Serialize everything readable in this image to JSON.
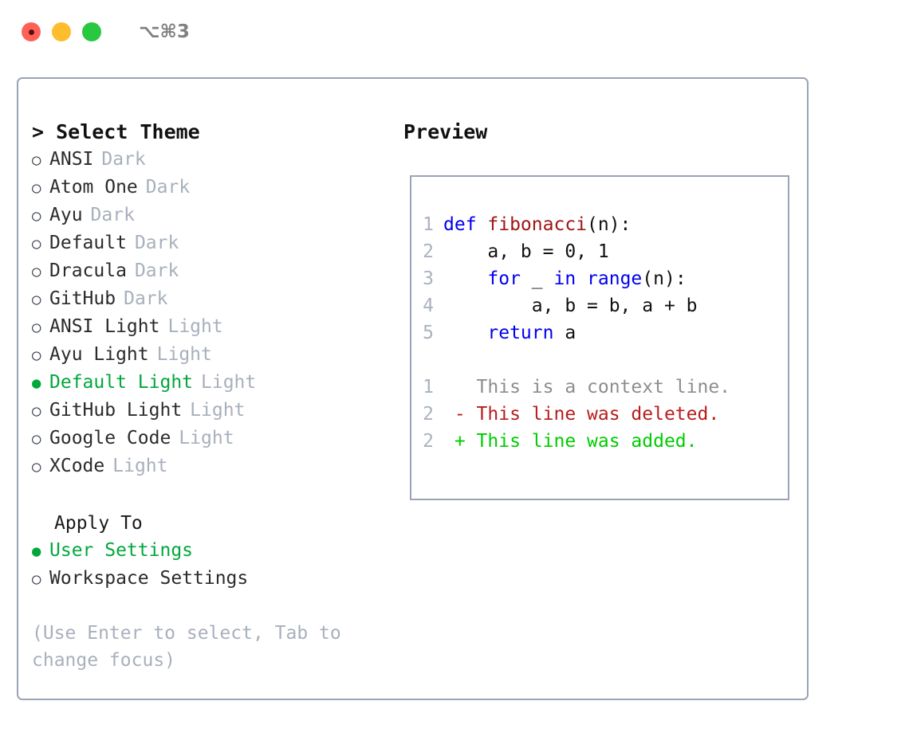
{
  "window": {
    "title": "⌥⌘3",
    "traffic_lights": [
      {
        "name": "close-button",
        "color": "#ff6159"
      },
      {
        "name": "minimize-button",
        "color": "#ffbd2e"
      },
      {
        "name": "maximize-button",
        "color": "#28c840"
      }
    ]
  },
  "colors": {
    "accent_green": "#00a83c",
    "muted_gray": "#a8b0bc",
    "border": "#9aa4b4",
    "keyword_blue": "#0000ee",
    "function_red": "#a01414",
    "diff_deleted": "#b81c1c",
    "diff_added": "#00cc00"
  },
  "theme_list": {
    "heading": "> Select Theme",
    "bullet_unselected": "○",
    "bullet_selected": "●",
    "items": [
      {
        "label": "ANSI",
        "tag": "Dark",
        "selected": false
      },
      {
        "label": "Atom One",
        "tag": "Dark",
        "selected": false
      },
      {
        "label": "Ayu",
        "tag": "Dark",
        "selected": false
      },
      {
        "label": "Default",
        "tag": "Dark",
        "selected": false
      },
      {
        "label": "Dracula",
        "tag": "Dark",
        "selected": false
      },
      {
        "label": "GitHub",
        "tag": "Dark",
        "selected": false
      },
      {
        "label": "ANSI Light",
        "tag": "Light",
        "selected": false
      },
      {
        "label": "Ayu Light",
        "tag": "Light",
        "selected": false
      },
      {
        "label": "Default Light",
        "tag": "Light",
        "selected": true
      },
      {
        "label": "GitHub Light",
        "tag": "Light",
        "selected": false
      },
      {
        "label": "Google Code",
        "tag": "Light",
        "selected": false
      },
      {
        "label": "XCode",
        "tag": "Light",
        "selected": false
      }
    ]
  },
  "apply_to": {
    "heading": "Apply To",
    "items": [
      {
        "label": "User Settings",
        "selected": true
      },
      {
        "label": "Workspace Settings",
        "selected": false
      }
    ]
  },
  "hint": "(Use Enter to select, Tab to change focus)",
  "preview": {
    "heading": "Preview",
    "code_lines": [
      {
        "number": "1",
        "tokens": [
          {
            "t": "def ",
            "c": "kw"
          },
          {
            "t": "fibonacci",
            "c": "fn"
          },
          {
            "t": "(n):",
            "c": "plain"
          }
        ]
      },
      {
        "number": "2",
        "tokens": [
          {
            "t": "    a, b = 0, 1",
            "c": "plain"
          }
        ]
      },
      {
        "number": "3",
        "tokens": [
          {
            "t": "    ",
            "c": "plain"
          },
          {
            "t": "for",
            "c": "kw"
          },
          {
            "t": " _ ",
            "c": "plain"
          },
          {
            "t": "in",
            "c": "kw"
          },
          {
            "t": " ",
            "c": "plain"
          },
          {
            "t": "range",
            "c": "kw"
          },
          {
            "t": "(n):",
            "c": "plain"
          }
        ]
      },
      {
        "number": "4",
        "tokens": [
          {
            "t": "        a, b = b, a + b",
            "c": "plain"
          }
        ]
      },
      {
        "number": "5",
        "tokens": [
          {
            "t": "    ",
            "c": "plain"
          },
          {
            "t": "return",
            "c": "kw"
          },
          {
            "t": " a",
            "c": "plain"
          }
        ]
      }
    ],
    "diff_lines": [
      {
        "number": "1",
        "tokens": [
          {
            "t": "   This is a context line.",
            "c": "ctx"
          }
        ]
      },
      {
        "number": "2",
        "tokens": [
          {
            "t": " - This line was deleted.",
            "c": "del"
          }
        ]
      },
      {
        "number": "2",
        "tokens": [
          {
            "t": " + This line was added.",
            "c": "add"
          }
        ]
      }
    ]
  }
}
